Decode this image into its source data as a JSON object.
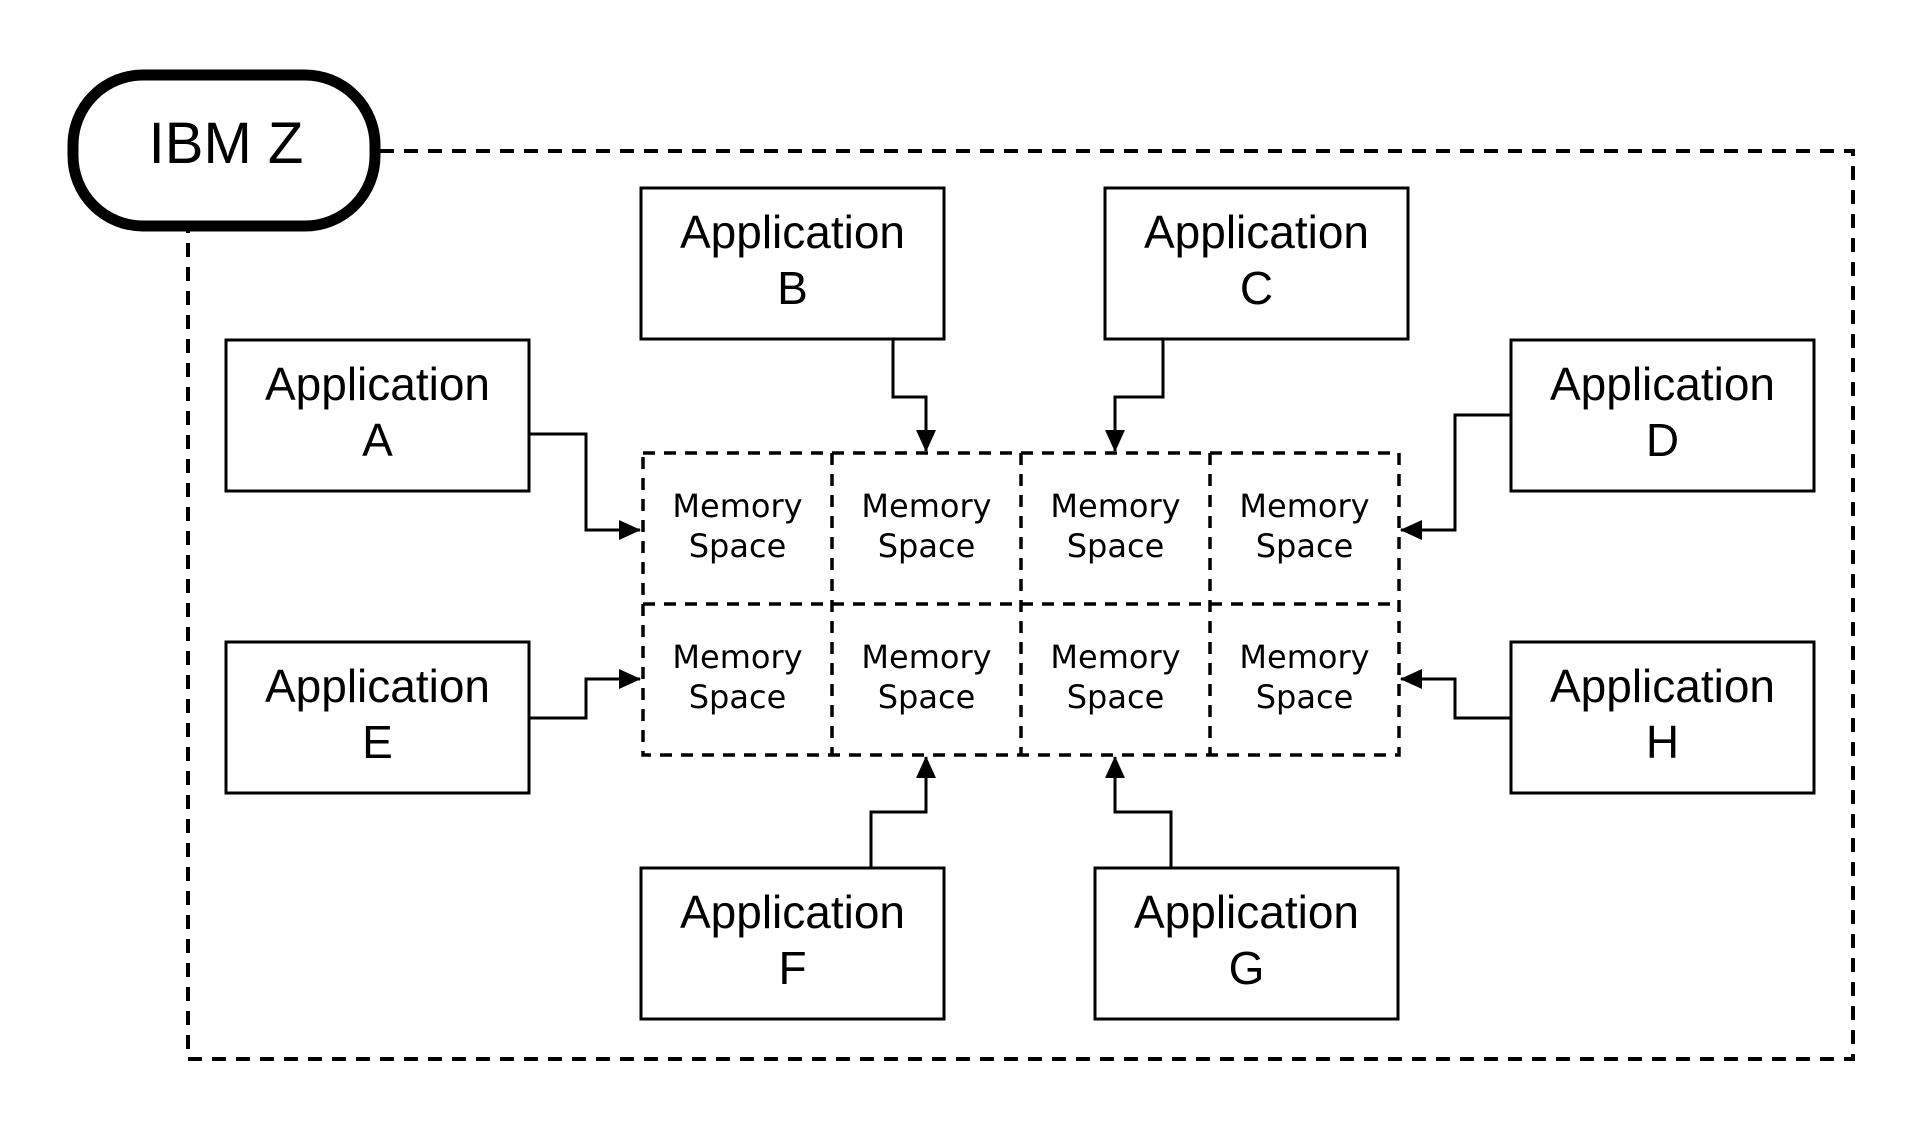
{
  "title": "IBM Z",
  "applications": [
    {
      "id": "A",
      "line1": "Application",
      "line2": "A"
    },
    {
      "id": "B",
      "line1": "Application",
      "line2": "B"
    },
    {
      "id": "C",
      "line1": "Application",
      "line2": "C"
    },
    {
      "id": "D",
      "line1": "Application",
      "line2": "D"
    },
    {
      "id": "E",
      "line1": "Application",
      "line2": "E"
    },
    {
      "id": "F",
      "line1": "Application",
      "line2": "F"
    },
    {
      "id": "G",
      "line1": "Application",
      "line2": "G"
    },
    {
      "id": "H",
      "line1": "Application",
      "line2": "H"
    }
  ],
  "memory_cell": {
    "line1": "Memory",
    "line2": "Space"
  },
  "memory_grid": {
    "rows": 2,
    "cols": 4
  },
  "connections": [
    {
      "from": "Application A",
      "to": "Memory Space row 1 col 1"
    },
    {
      "from": "Application B",
      "to": "Memory Space row 1 col 2"
    },
    {
      "from": "Application C",
      "to": "Memory Space row 1 col 3"
    },
    {
      "from": "Application D",
      "to": "Memory Space row 1 col 4"
    },
    {
      "from": "Application E",
      "to": "Memory Space row 2 col 1"
    },
    {
      "from": "Application F",
      "to": "Memory Space row 2 col 2"
    },
    {
      "from": "Application G",
      "to": "Memory Space row 2 col 3"
    },
    {
      "from": "Application H",
      "to": "Memory Space row 2 col 4"
    }
  ],
  "colors": {
    "stroke": "#000000",
    "background": "#ffffff"
  }
}
